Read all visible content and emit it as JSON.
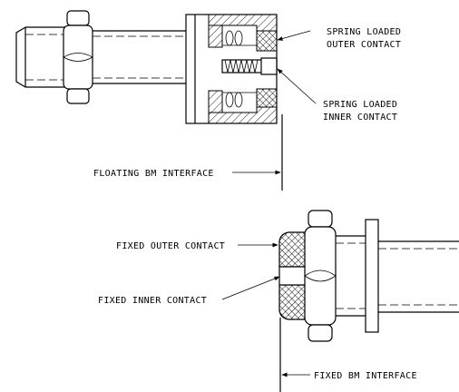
{
  "labels": {
    "spring_outer_line1": "SPRING LOADED",
    "spring_outer_line2": "OUTER CONTACT",
    "spring_inner_line1": "SPRING LOADED",
    "spring_inner_line2": "INNER CONTACT",
    "floating_interface": "FLOATING BM INTERFACE",
    "fixed_outer": "FIXED OUTER CONTACT",
    "fixed_inner": "FIXED INNER CONTACT",
    "fixed_interface": "FIXED BM INTERFACE"
  },
  "colors": {
    "line": "#000000",
    "background": "#ffffff"
  }
}
